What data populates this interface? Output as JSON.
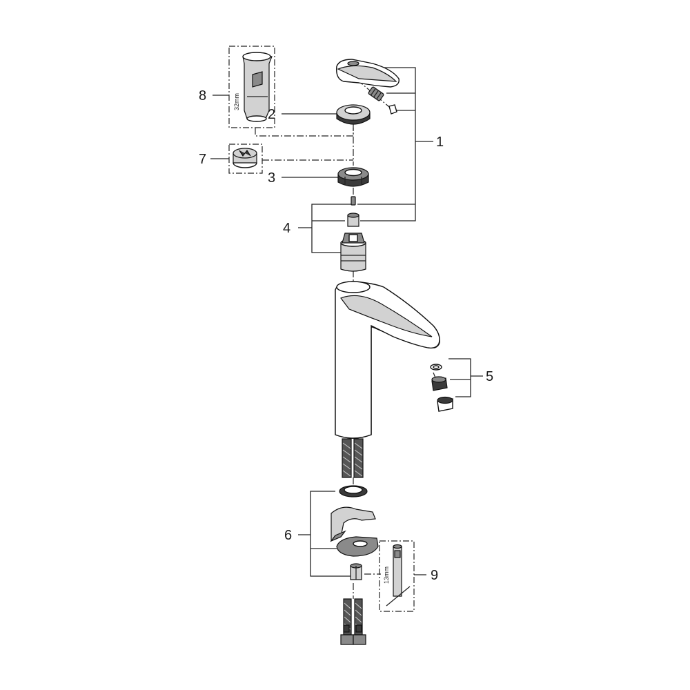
{
  "diagram": {
    "callouts": {
      "c1": "1",
      "c2": "2",
      "c3": "3",
      "c4": "4",
      "c5": "5",
      "c6": "6",
      "c7": "7",
      "c8": "8",
      "c9": "9"
    },
    "dimensions": {
      "wrench_8": "32mm",
      "wrench_9": "13mm"
    }
  }
}
